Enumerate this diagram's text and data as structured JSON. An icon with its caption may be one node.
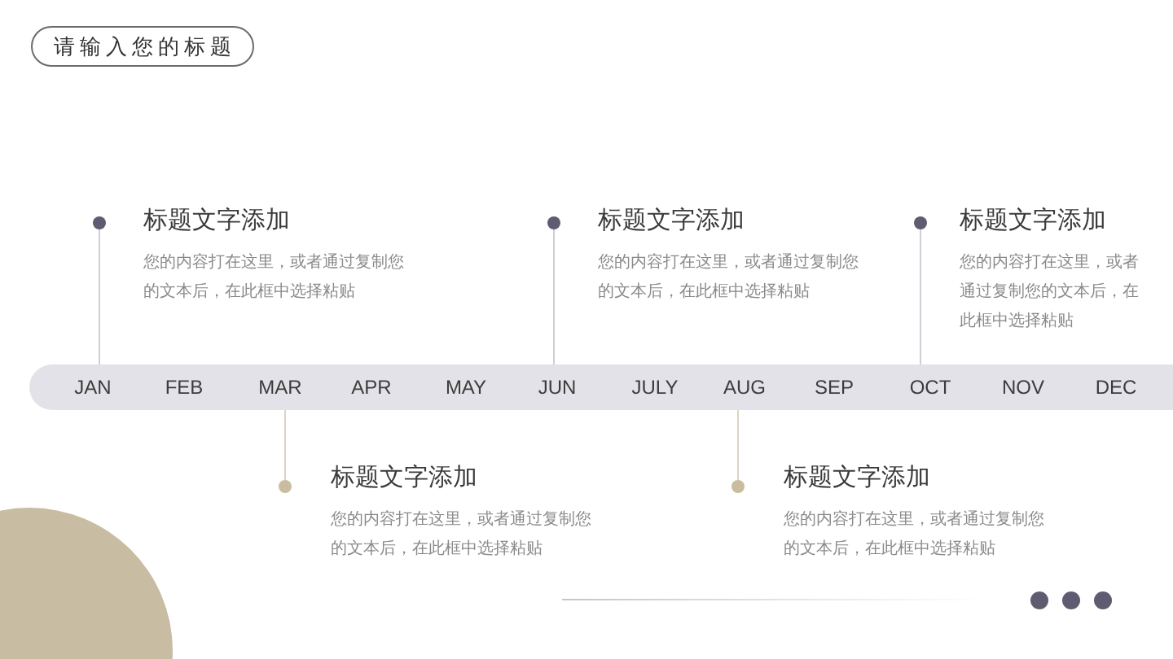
{
  "diagram": {
    "title": "请输入您的标题",
    "nodes": [
      {
        "text": [],
        "shape": "circle"
      },
      {
        "text": [
          "标题文字添加",
          "您的内容打在这里，或者通过复制您的文本后，在此框中选择粘贴"
        ]
      },
      {
        "text": [],
        "shape": "circle"
      },
      {
        "text": [
          "标题文字添加",
          "您的内容打在这里，或者通过复制您的文本后，在此框中选择粘贴"
        ]
      },
      {
        "text": [],
        "shape": "circle"
      },
      {
        "text": [
          "标题文字添加",
          "您的内容打在这里，或者通过复制您的文本后，在此框中选择粘贴"
        ]
      },
      {
        "text": [],
        "shape": "bar"
      },
      {
        "text": [
          "JAN"
        ],
        "in": 6
      },
      {
        "text": [
          "FEB"
        ],
        "in": 6
      },
      {
        "text": [
          "MAR"
        ],
        "in": 6
      },
      {
        "text": [
          "APR"
        ],
        "in": 6
      },
      {
        "text": [
          "MAY"
        ],
        "in": 6
      },
      {
        "text": [
          "JUN"
        ],
        "in": 6
      },
      {
        "text": [
          "JULY"
        ],
        "in": 6
      },
      {
        "text": [
          "AUG"
        ],
        "in": 6
      },
      {
        "text": [
          "SEP"
        ],
        "in": 6
      },
      {
        "text": [
          "OCT"
        ],
        "in": 6
      },
      {
        "text": [
          "NOV"
        ],
        "in": 6
      },
      {
        "text": [
          "DEC"
        ],
        "in": 6
      },
      {
        "text": [],
        "shape": "circle"
      },
      {
        "text": [
          "标题文字添加",
          "您的内容打在这里，或者通过复制您的文本后，在此框中选择粘贴"
        ]
      },
      {
        "text": [],
        "shape": "circle"
      },
      {
        "text": [
          "标题文字添加",
          "您的内容打在这里，或者通过复制您的文本后，在此框中选择粘贴"
        ]
      }
    ],
    "edges": [
      {
        "from": 0,
        "to": 7,
        "arrow": "none"
      },
      {
        "from": 2,
        "to": 12,
        "arrow": "none"
      },
      {
        "from": 4,
        "to": 16,
        "arrow": "none"
      },
      {
        "from": 9,
        "to": 19,
        "arrow": "none",
        "color": "#ddd3c1"
      },
      {
        "from": 14,
        "to": 21,
        "arrow": "none",
        "color": "#ddd3c1"
      }
    ]
  }
}
